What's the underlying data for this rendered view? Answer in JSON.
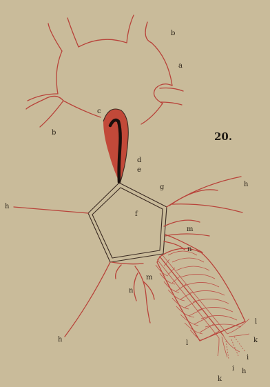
{
  "figure": {
    "number": "20.",
    "labels": {
      "b_top": "b",
      "a": "a",
      "b_left": "b",
      "c": "c",
      "d": "d",
      "e": "e",
      "g": "g",
      "h_right": "h",
      "h_left": "h",
      "f": "f",
      "m_right": "m",
      "n_right": "n",
      "m_low": "m",
      "n_low": "n",
      "h_bottom": "h",
      "l_right": "l",
      "k_right": "k",
      "i_right": "i",
      "h_lower_right": "h",
      "l_left": "l",
      "k_bottom": "k",
      "i_bottom": "i"
    }
  },
  "colors": {
    "background": "#c9bb9a",
    "vessel_red": "#b8433a",
    "body_red": "#c0392b",
    "dark_line": "#3a2a22"
  }
}
